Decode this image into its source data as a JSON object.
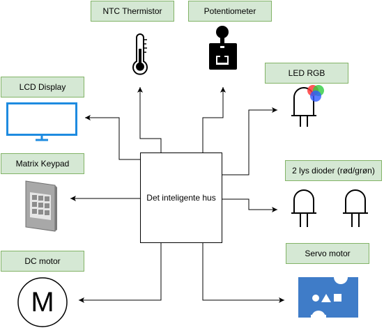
{
  "hub": {
    "label": "Det inteligente hus"
  },
  "components": {
    "ntc": "NTC Thermistor",
    "pot": "Potentiometer",
    "lcd": "LCD Display",
    "led_rgb": "LED RGB",
    "keypad": "Matrix Keypad",
    "dual_leds": "2 lys dioder (rød/grøn)",
    "dc_motor": "DC motor",
    "servo": "Servo motor"
  },
  "icon_text": {
    "motor_letter": "M"
  },
  "colors": {
    "label_fill": "#d5e8d4",
    "label_border": "#82b366",
    "lcd_blue": "#1e8be0",
    "servo_blue": "#3f7cc8",
    "keypad_gray": "#8c8c8c"
  }
}
